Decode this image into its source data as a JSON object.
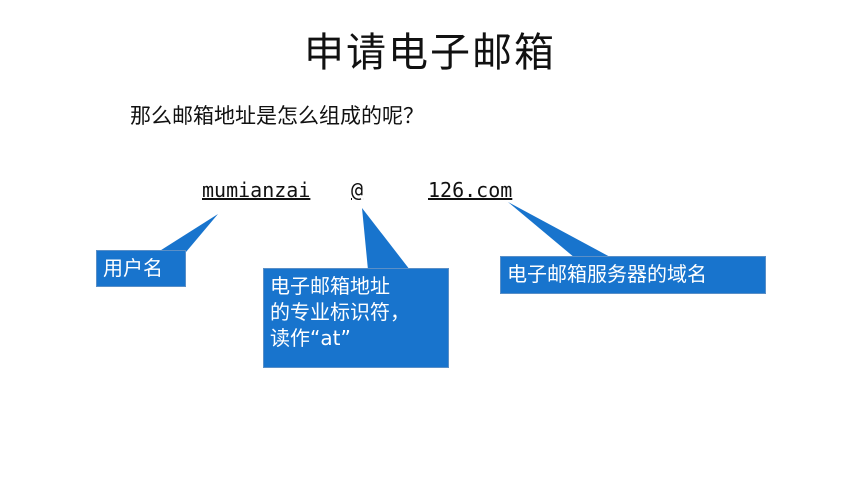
{
  "title": "申请电子邮箱",
  "question": "那么邮箱地址是怎么组成的呢？",
  "address": {
    "username": "mumianzai",
    "at_sign": "@",
    "domain": "126.com"
  },
  "callouts": {
    "username": "用户名",
    "at_sign_lines": [
      "电子邮箱地址",
      "的专业标识符，",
      "读作“at”"
    ],
    "domain": "电子邮箱服务器的域名"
  },
  "colors": {
    "callout_fill": "#1874cd",
    "callout_text": "#ffffff"
  }
}
